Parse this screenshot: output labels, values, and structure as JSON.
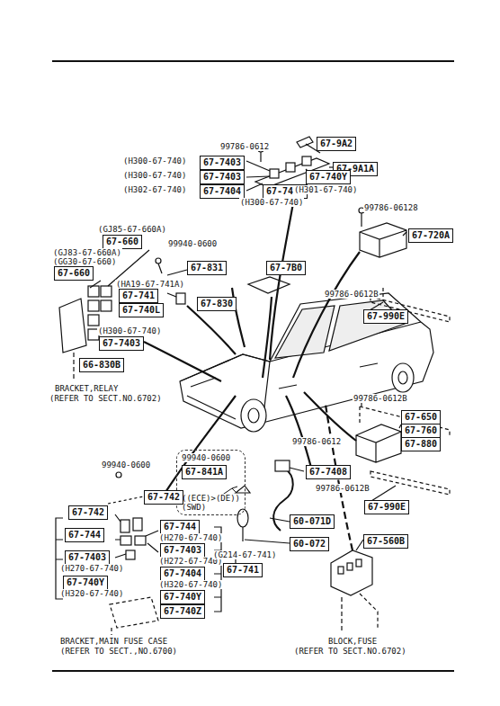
{
  "diagram": {
    "nodes": [
      {
        "text": [
          "67-9A2"
        ]
      },
      {
        "text": [
          "67-9A1A"
        ]
      },
      {
        "text": [
          "67-7403"
        ]
      },
      {
        "text": [
          "67-7403"
        ]
      },
      {
        "text": [
          "67-7404"
        ]
      },
      {
        "text": [
          "67-740Y"
        ]
      },
      {
        "text": [
          "67-7403"
        ]
      },
      {
        "text": [
          "67-720A"
        ]
      },
      {
        "text": [
          "67-660"
        ]
      },
      {
        "text": [
          "67-660"
        ]
      },
      {
        "text": [
          "67-831"
        ]
      },
      {
        "text": [
          "67-7B0"
        ]
      },
      {
        "text": [
          "67-741"
        ]
      },
      {
        "text": [
          "67-740L"
        ]
      },
      {
        "text": [
          "67-830"
        ]
      },
      {
        "text": [
          "67-990E"
        ]
      },
      {
        "text": [
          "67-7403"
        ]
      },
      {
        "text": [
          "66-830B"
        ]
      },
      {
        "text": [
          "67-650"
        ]
      },
      {
        "text": [
          "67-760"
        ]
      },
      {
        "text": [
          "67-880"
        ]
      },
      {
        "text": [
          "99940-0600",
          "((ECE)>(DE))",
          "(SWD)"
        ]
      },
      {
        "text": [
          "67-841A"
        ],
        "in": 21
      },
      {
        "text": [
          "67-7408"
        ]
      },
      {
        "text": [
          "67-990E"
        ]
      },
      {
        "text": [
          "67-742"
        ]
      },
      {
        "text": [
          "67-742"
        ]
      },
      {
        "text": [
          "67-744"
        ]
      },
      {
        "text": [
          "67-744"
        ]
      },
      {
        "text": [
          "67-7403"
        ]
      },
      {
        "text": [
          "67-7403"
        ]
      },
      {
        "text": [
          "67-7404"
        ]
      },
      {
        "text": [
          "67-740Y"
        ]
      },
      {
        "text": [
          "67-740Y"
        ]
      },
      {
        "text": [
          "67-740Z"
        ]
      },
      {
        "text": [
          "60-071D"
        ]
      },
      {
        "text": [
          "60-072"
        ]
      },
      {
        "text": [
          "67-741"
        ]
      },
      {
        "text": [
          "67-560B"
        ]
      }
    ],
    "labels": [
      "99786-0612",
      "(H300-67-740)",
      "(H300-67-740)",
      "(H302-67-740)",
      "(H300-67-740)",
      "(H301-67-740)",
      "99786-06128",
      "(GJ85-67-660A)",
      "99940-0600",
      "(GJ83-67-660A)",
      "(GG30-67-660)",
      "(HA19-67-741A)",
      "99786-0612B",
      "(H300-67-740)",
      "BRACKET,RELAY",
      "(REFER TO SECT.NO.6702)",
      "99786-0612B",
      "99786-0612",
      "99940-0600",
      "99786-0612B",
      "(H270-67-740)",
      "(H272-67-740)",
      "(H320-67-740)",
      "(H270-67-740)",
      "(H320-67-740)",
      "(G214-67-741)",
      "BRACKET,MAIN FUSE CASE",
      "(REFER TO SECT.,NO.6700)",
      "BLOCK,FUSE",
      "(REFER TO SECT.NO.6702)"
    ]
  }
}
